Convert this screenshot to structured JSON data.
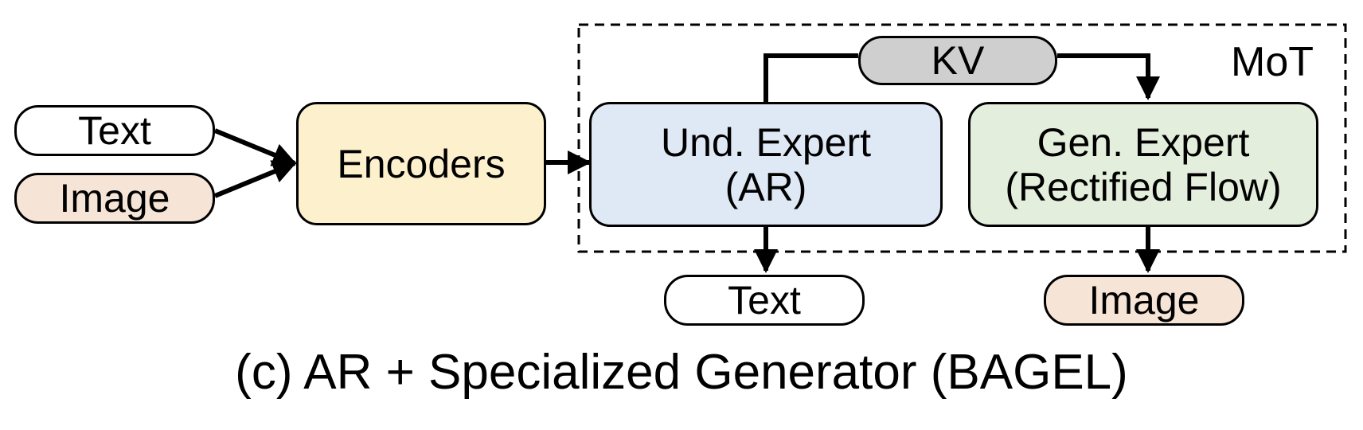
{
  "diagram": {
    "inputs": {
      "text": "Text",
      "image": "Image"
    },
    "encoders": "Encoders",
    "kv": "KV",
    "mot_label": "MoT",
    "und_expert": {
      "line1": "Und. Expert",
      "line2": "(AR)"
    },
    "gen_expert": {
      "line1": "Gen. Expert",
      "line2": "(Rectified Flow)"
    },
    "outputs": {
      "text": "Text",
      "image": "Image"
    },
    "caption": "(c) AR + Specialized Generator (BAGEL)"
  },
  "colors": {
    "input_text": "#ffffff",
    "input_image": "#f6e4d6",
    "encoders": "#fdf0cd",
    "und_expert": "#dfe9f5",
    "gen_expert": "#e4eedc",
    "kv": "#cfcfcf",
    "stroke": "#000000"
  }
}
